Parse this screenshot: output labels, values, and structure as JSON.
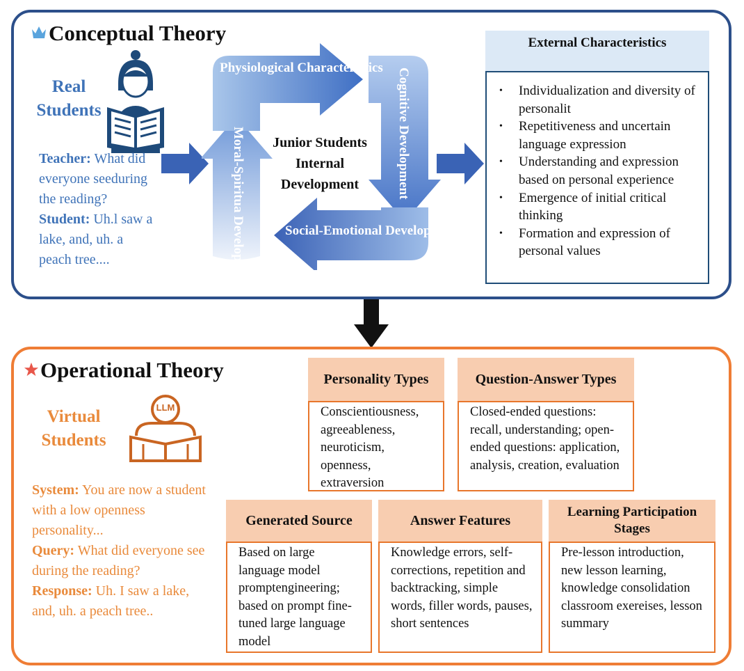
{
  "conceptual": {
    "title": "Conceptual Theory",
    "real_students": "Real Students",
    "teacher_label": "Teacher:",
    "teacher_text": "What did everyone seeduring the reading?",
    "student_label": "Student:",
    "student_text": "Uh.l saw a lake, and, uh. a peach tree....",
    "cycle": {
      "physiological": "Physiological Characteristics",
      "cognitive": "Cognitive Development",
      "social": "Social-Emotional Development",
      "moral": "Moral-Spiritua Development",
      "center": "Junior Students Internal Development"
    },
    "external": {
      "heading": "External Characteristics",
      "items": [
        "Individualization and diversity of personalit",
        "Repetitiveness and uncertain language expression",
        "Understanding and expression based on personal experience",
        "Emergence of initial critical thinking",
        "Formation and expression of personal values"
      ]
    }
  },
  "operational": {
    "title": "Operational Theory",
    "virtual_students": "Virtual Students",
    "llm_badge": "LLM",
    "system_label": "System:",
    "system_text": "You are now a student with a low openness personality...",
    "query_label": "Query:",
    "query_text": "What did everyone see during the reading?",
    "response_label": "Response:",
    "response_text": "Uh. I saw a lake, and, uh. a peach tree..",
    "personality": {
      "heading": "Personality Types",
      "body": "Conscientiousness, agreeableness, neuroticism, openness, extraversion"
    },
    "qa_types": {
      "heading": "Question-Answer Types",
      "body": "Closed-ended questions: recall, understanding; open-ended questions: application, analysis, creation, evaluation"
    },
    "generated": {
      "heading": "Generated Source",
      "body": "Based on large language model promptengineering; based on prompt fine-tuned large language model"
    },
    "answer_features": {
      "heading": "Answer Features",
      "body": "Knowledge errors, self-corrections, repetition and backtracking, simple words, filler words, pauses, short sentences"
    },
    "learning_stages": {
      "heading": "Learning Participation Stages",
      "body": "Pre-lesson introduction, new lesson learning, knowledge consolidation classroom exereises, lesson summary"
    }
  },
  "colors": {
    "blue_border": "#2c4f8a",
    "blue_text": "#3f73b8",
    "orange_border": "#ef7d35",
    "orange_text": "#e98a3b",
    "orange_fill": "#f8cdb0"
  },
  "icons": [
    "crown-icon",
    "student-reading-icon",
    "star-icon",
    "llm-reader-icon",
    "down-arrow-icon",
    "right-arrow-icon"
  ]
}
